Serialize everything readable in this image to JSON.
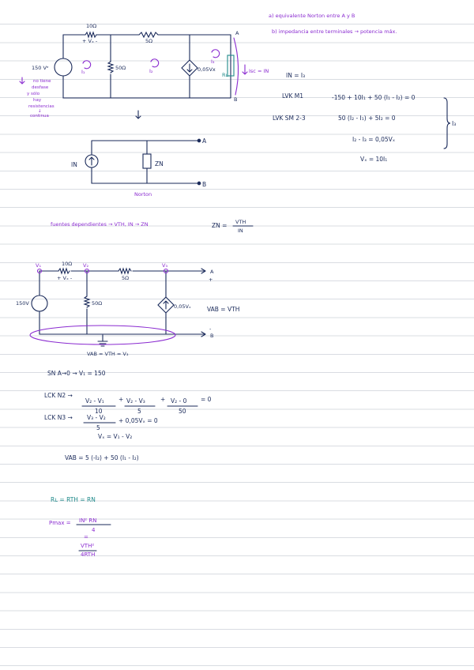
{
  "colors": {
    "ink": "#1a2a5a",
    "purple": "#8a2bd0",
    "teal": "#1f8a8a",
    "rule": "#d9dce2"
  },
  "notes_top": {
    "line1": "a) equivalente Norton entre A y B",
    "line2": "b) impedancia entre terminales → potencia máx."
  },
  "circuit1": {
    "r1": "10Ω",
    "vx": "+ Vₓ -",
    "r2": "5Ω",
    "r3": "50Ω",
    "dep_source": "0,05Vx",
    "source": "150 Vᵉ",
    "node_a": "A",
    "node_b": "B",
    "rl_label": "Rʟ",
    "i1": "I₁",
    "i2": "I₂",
    "i3": "I₃",
    "isc": "Isc = IN",
    "note": [
      "no tiene",
      "desfase",
      "y sólo",
      "hay",
      "resistencias",
      "↓",
      "continua"
    ]
  },
  "equations1": {
    "in": "IN = I₃",
    "lvk1_label": "LVK M1",
    "lvk1": "-150 + 10I₁ + 50 (I₁ - I₂) = 0",
    "lvk2_label": "LVK SM 2-3",
    "lvk2": "50 (I₂ - I₁) + 5I₂ = 0",
    "rel": "I₂ - I₃ = 0,05Vₓ",
    "vx": "Vₓ = 10I₁",
    "bracket": "I₃"
  },
  "norton": {
    "in": "IN",
    "zn": "ZN",
    "a": "A",
    "b": "B",
    "caption": "Norton"
  },
  "dep_note": {
    "text": "fuentes dependientes → VTH, IN → ZN",
    "zn": "ZN =",
    "num": "VTH",
    "den": "IN"
  },
  "circuit2": {
    "v1": "V₁",
    "v2": "V₂",
    "v3": "V₃",
    "r1": "10Ω",
    "vx": "+ Vₓ -",
    "r2": "5Ω",
    "r3": "50Ω",
    "source": "150V",
    "dep": "0,05Vₓ",
    "a": "A",
    "b": "B",
    "plus": "+",
    "minus": "-",
    "vab": "VAB = VTH",
    "vab2": "VAB = VTH = V₃"
  },
  "equations2": {
    "sn": "SN  A→0  →  V₁ = 150",
    "lck2_label": "LCK  N2  →",
    "lck2_f1n": "V₂ - V₁",
    "lck2_f1d": "10",
    "lck2_f2n": "V₂ - V₃",
    "lck2_f2d": "5",
    "lck2_f3n": "V₂ - 0",
    "lck2_f3d": "50",
    "lck2_end": "= 0",
    "lck3_label": "LCK  N3  →",
    "lck3_fn": "V₃ - V₂",
    "lck3_fd": "5",
    "lck3_end": "+ 0,05Vₓ = 0",
    "vx": "Vₓ = V₁ - V₂",
    "vab": "VAB = 5 (-I₂) + 50 (I₁ - I₂)"
  },
  "bottom": {
    "rl": "Rʟ = RTH = RN",
    "pmax_label": "Pmax =",
    "pmax_num": "IN² RN",
    "pmax_den": "4",
    "eq": "=",
    "alt_num": "VTH²",
    "alt_den": "4RTH"
  }
}
